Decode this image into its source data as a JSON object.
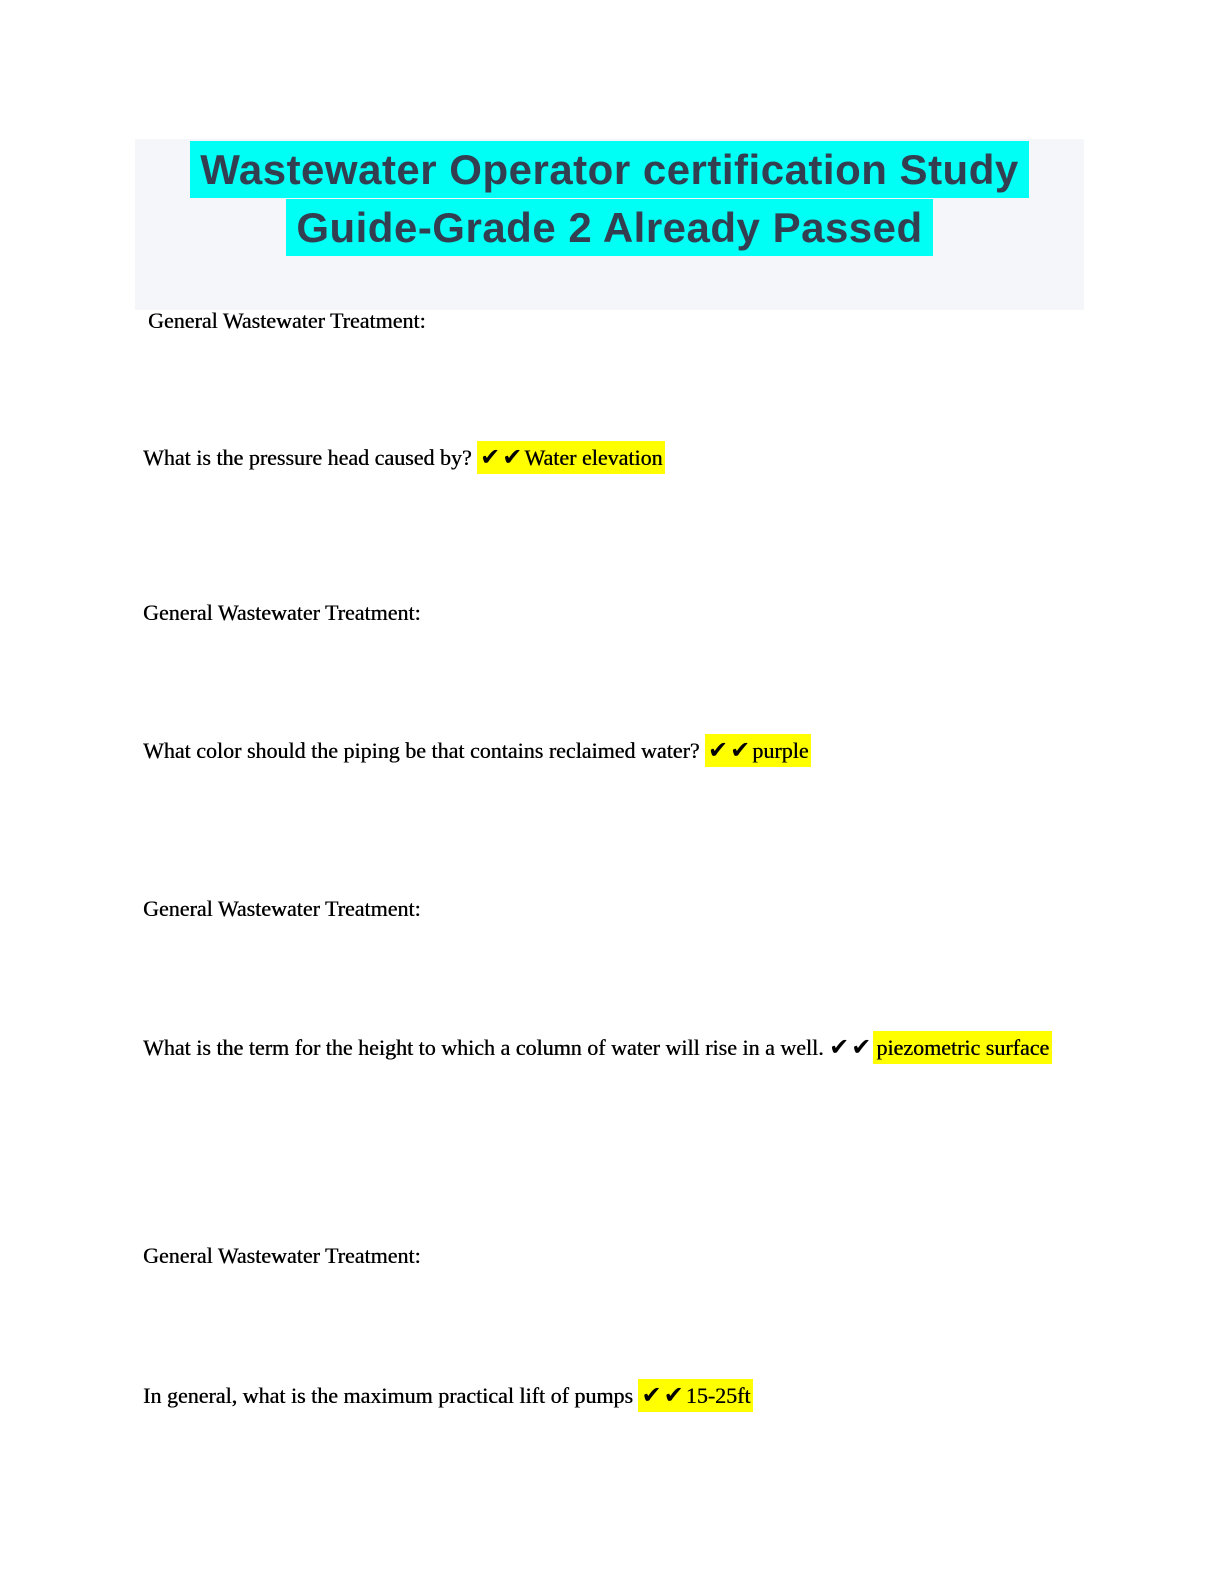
{
  "colors": {
    "page_bg": "#ffffff",
    "panel_bg": "#f5f6fa",
    "title_text": "#333f50",
    "title_highlight": "#00fff4",
    "answer_highlight": "#ffff00",
    "body_text": "#000000"
  },
  "title": {
    "line1": "Wastewater Operator certification Study",
    "line2": "Guide-Grade 2 Already Passed"
  },
  "content": [
    {
      "type": "heading",
      "text": "General Wastewater Treatment:"
    },
    {
      "type": "qa",
      "question": "What is the pressure head caused by? ",
      "checks": "✔✔",
      "answer": "Water elevation",
      "checks_highlighted": true
    },
    {
      "type": "heading",
      "text": "General Wastewater Treatment:"
    },
    {
      "type": "qa",
      "question": "What color should the piping be that contains reclaimed water? ",
      "checks": "✔✔",
      "answer": "purple",
      "checks_highlighted": true
    },
    {
      "type": "heading",
      "text": "General Wastewater Treatment:"
    },
    {
      "type": "qa",
      "question": "What is the term for the height to which a column of water will rise in a well. ",
      "checks": "✔✔",
      "answer": "piezometric surface",
      "checks_highlighted": false
    },
    {
      "type": "heading",
      "text": "General Wastewater Treatment:"
    },
    {
      "type": "qa",
      "question": "In general, what is the maximum practical lift of pumps ",
      "checks": "✔✔",
      "answer": "15-25ft",
      "checks_highlighted": true
    }
  ]
}
